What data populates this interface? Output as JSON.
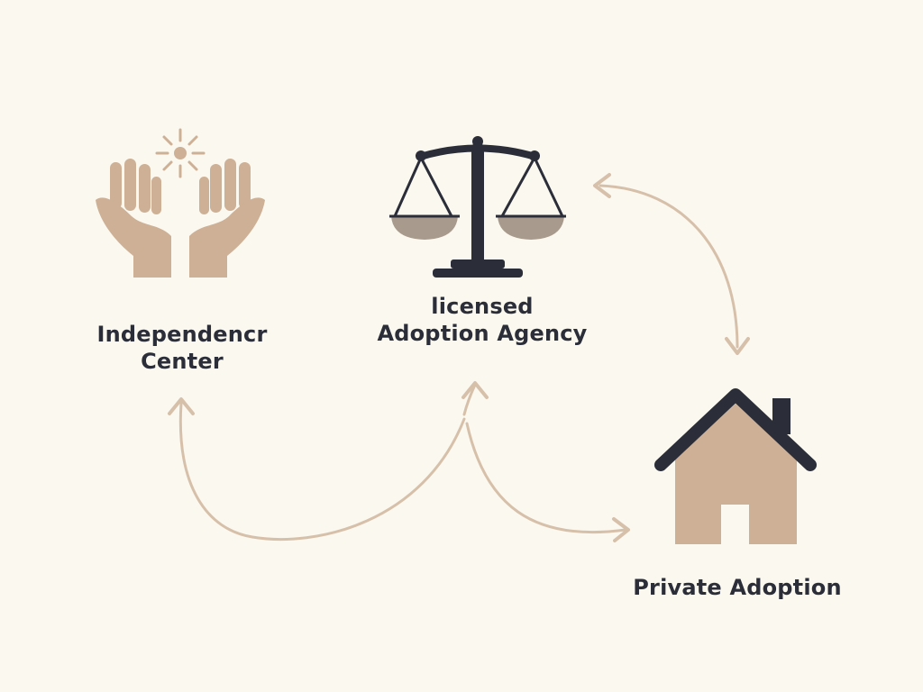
{
  "nodes": {
    "independence_center": {
      "label_lines": [
        "Independencr",
        "Center"
      ],
      "icon": "open-hands-with-sun-icon"
    },
    "licensed_agency": {
      "label_lines": [
        "licensed",
        "Adoption Agency"
      ],
      "icon": "balance-scale-icon"
    },
    "private_adoption": {
      "label_lines": [
        "Private Adoption"
      ],
      "icon": "house-icon"
    }
  },
  "colors": {
    "background": "#fbf8ef",
    "accent_tan": "#cdb095",
    "dark": "#2b2e39",
    "arrow": "#d7c0aa",
    "pan_gray": "#a89a8c"
  }
}
